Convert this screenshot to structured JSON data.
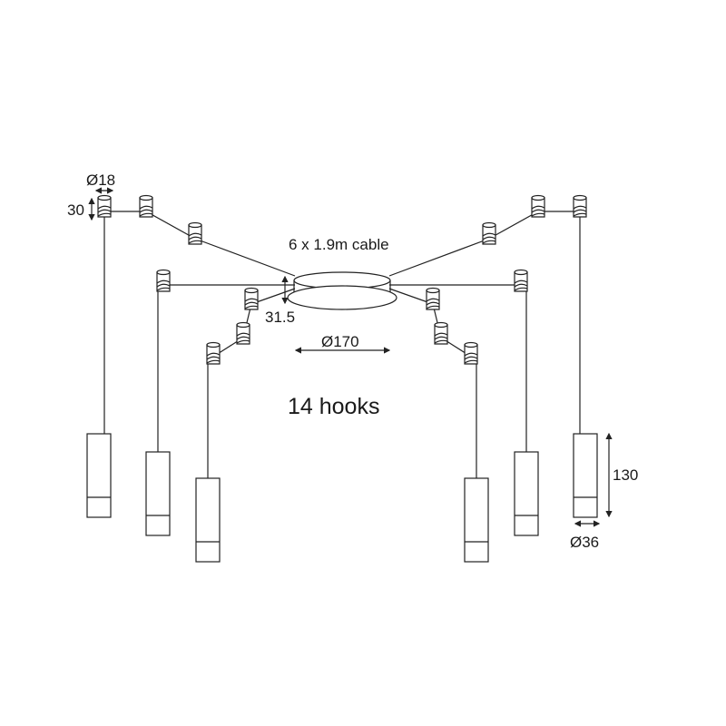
{
  "labels": {
    "hook_diameter": "Ø18",
    "hook_height": "30",
    "cable": "6 x 1.9m cable",
    "canopy_height": "31.5",
    "canopy_diameter": "Ø170",
    "hooks_count": "14 hooks",
    "pendant_height": "130",
    "pendant_diameter": "Ø36"
  }
}
